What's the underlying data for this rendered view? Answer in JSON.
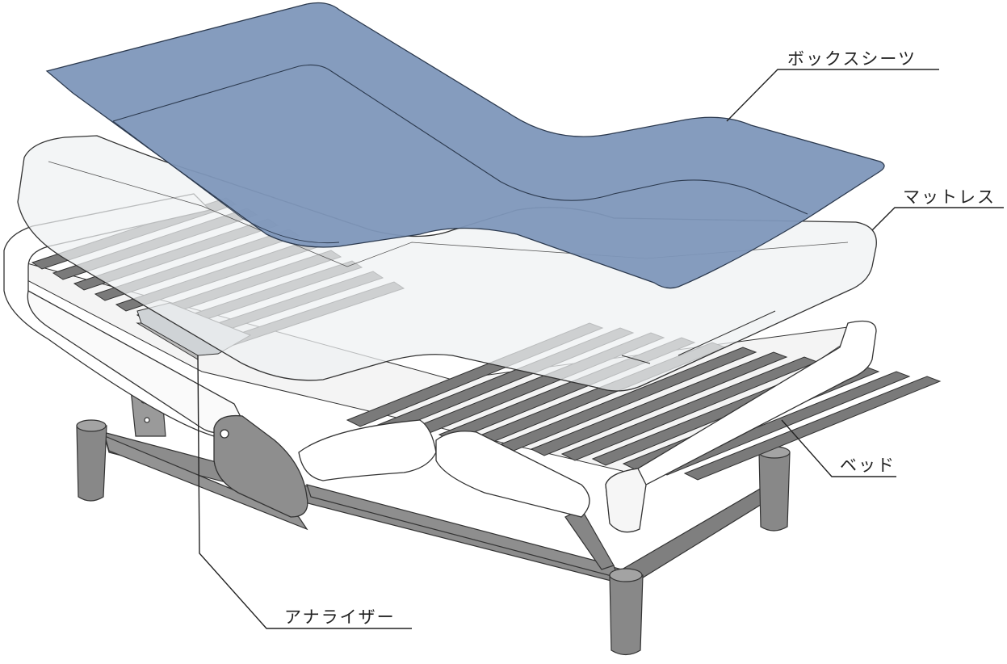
{
  "labels": {
    "box_sheets": "ボックスシーツ",
    "mattress": "マットレス",
    "bed": "ベッド",
    "analyzer": "アナライザー"
  },
  "colors": {
    "sheet": "#7d96b9",
    "frame": "#8a8a8a",
    "slat": "#7a7a7a",
    "mattress_fill": "#e8ecef",
    "line": "#222222"
  }
}
